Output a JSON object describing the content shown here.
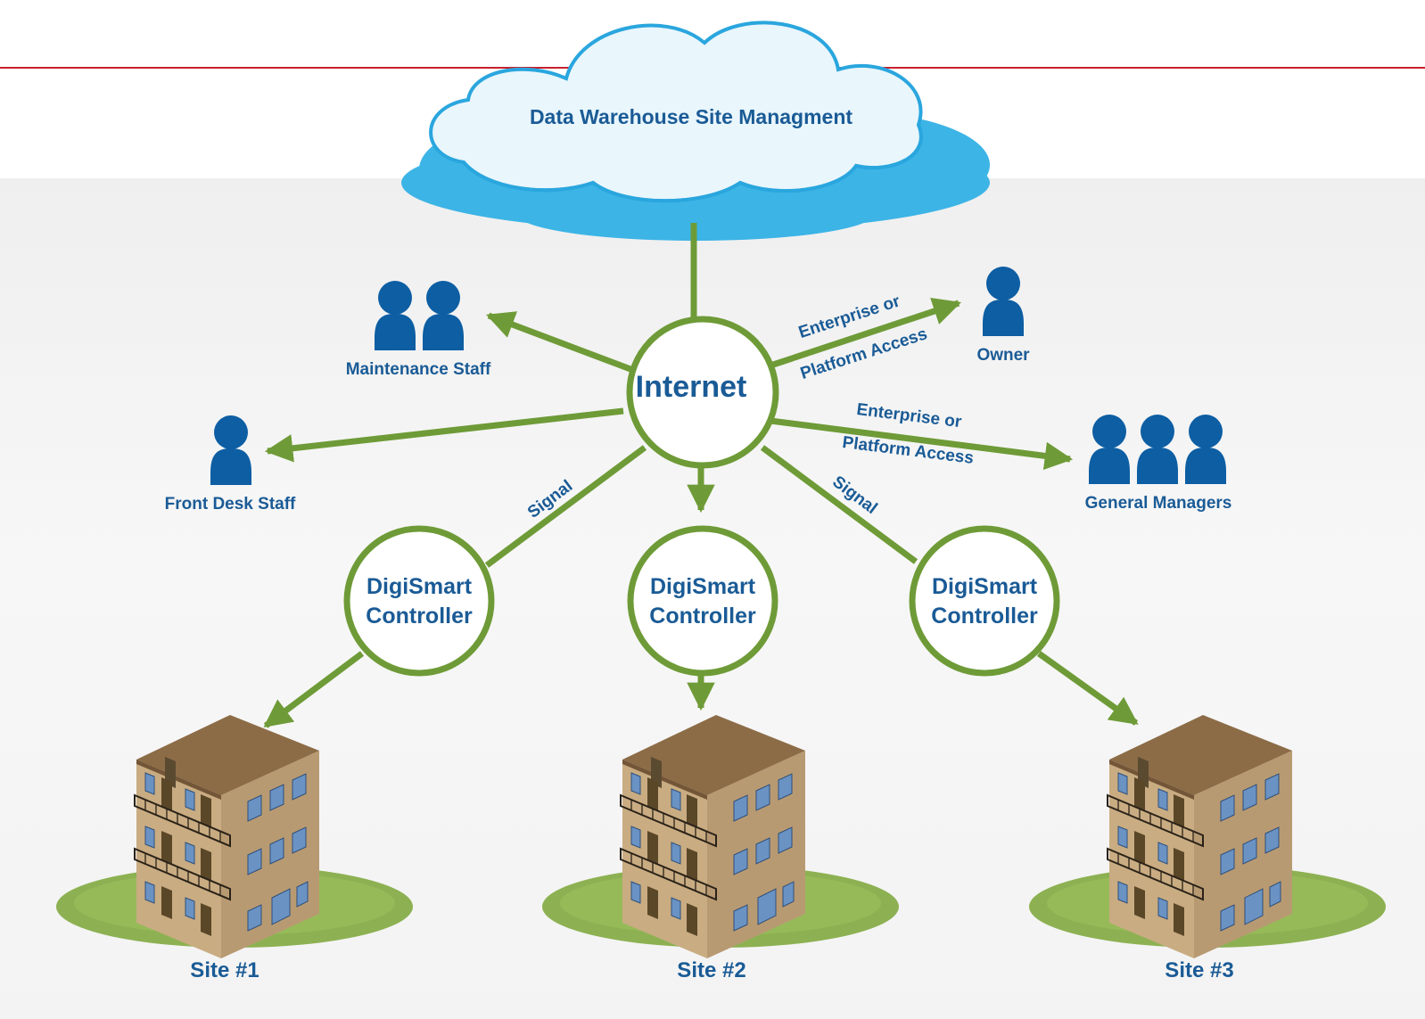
{
  "cloud": {
    "label": "Data Warehouse Site Managment"
  },
  "hub": {
    "label": "Internet"
  },
  "controllers": [
    {
      "line1": "DigiSmart",
      "line2": "Controller"
    },
    {
      "line1": "DigiSmart",
      "line2": "Controller"
    },
    {
      "line1": "DigiSmart",
      "line2": "Controller"
    }
  ],
  "people": {
    "maintenance": "Maintenance Staff",
    "front_desk": "Front Desk Staff",
    "owner": "Owner",
    "general_managers": "General Managers"
  },
  "edges": {
    "owner_line1": "Enterprise or",
    "owner_line2": "Platform Access",
    "gm_line1": "Enterprise or",
    "gm_line2": "Platform Access",
    "signal_left": "Signal",
    "signal_right": "Signal"
  },
  "sites": [
    "Site #1",
    "Site #2",
    "Site #3"
  ],
  "colors": {
    "accent_green": "#6e9b37",
    "label_blue": "#1a5b96",
    "person_blue": "#0d5ea3",
    "cloud_blue": "#3cb4e6",
    "rule_red": "#c8202e"
  }
}
